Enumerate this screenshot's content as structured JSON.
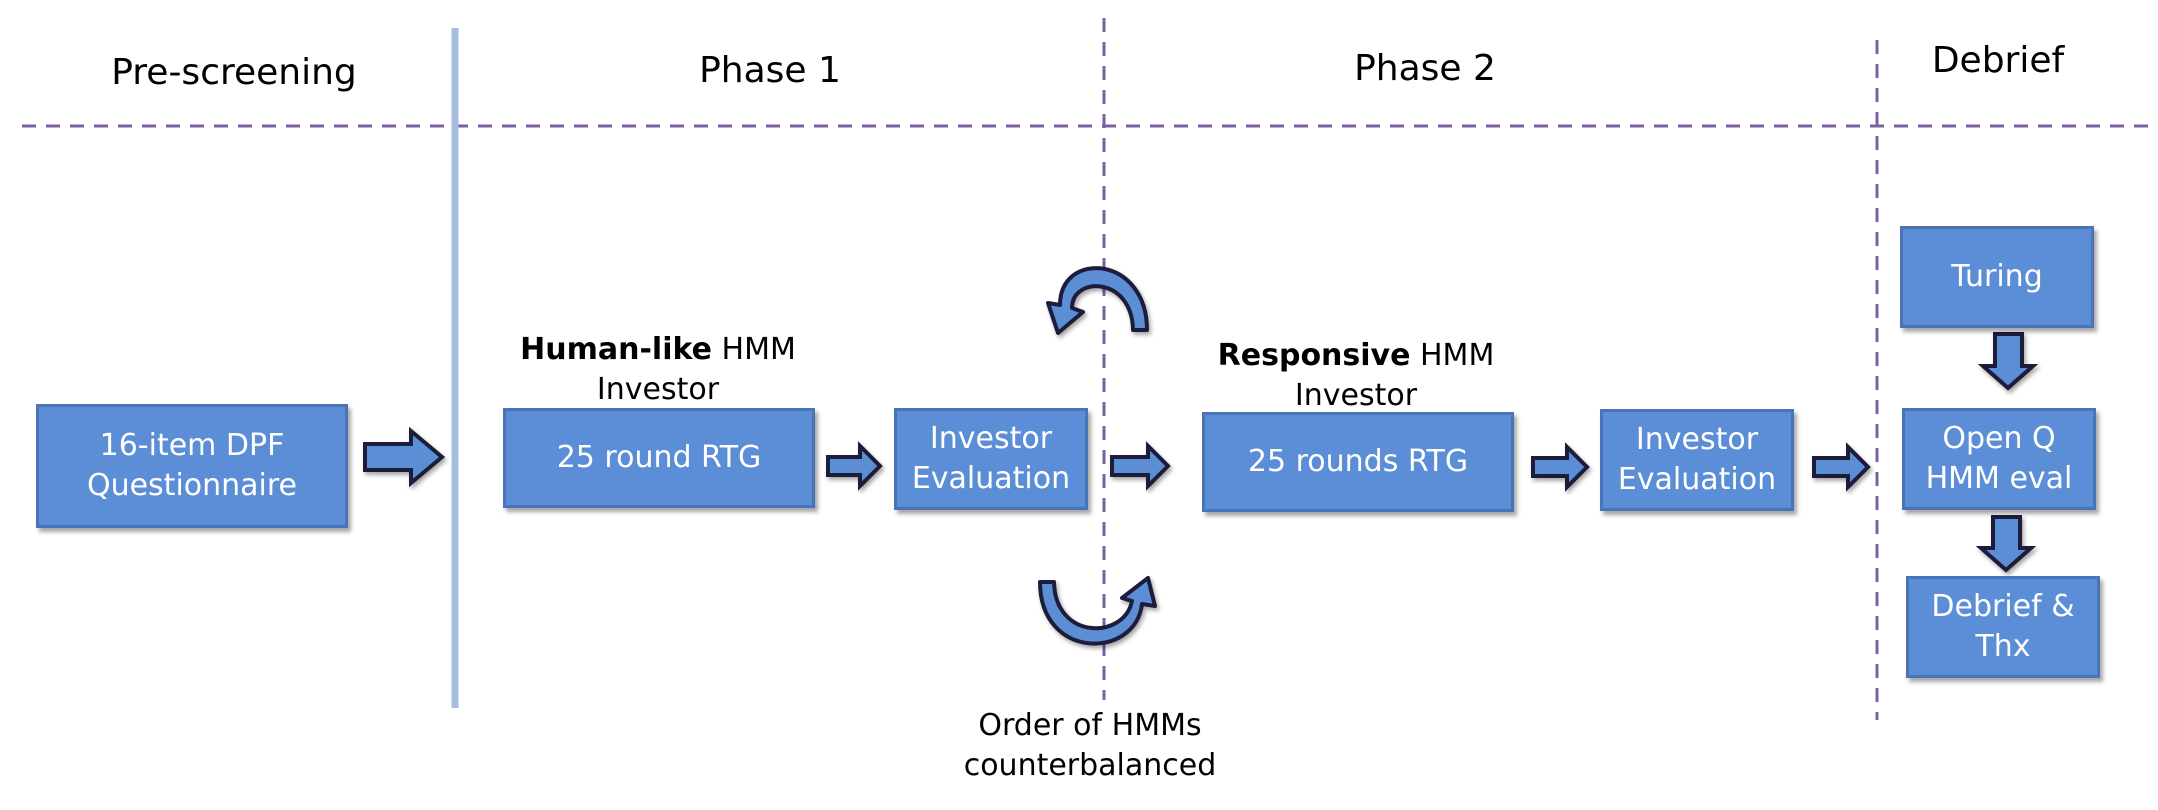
{
  "phases": {
    "prescreening": "Pre-screening",
    "phase1": "Phase 1",
    "phase2": "Phase 2",
    "debrief": "Debrief"
  },
  "boxes": {
    "questionnaire": "16-item DPF\nQuestionnaire",
    "phase1_rtg": "25 round RTG",
    "phase1_eval": "Investor\nEvaluation",
    "phase2_rtg": "25 rounds RTG",
    "phase2_eval": "Investor\nEvaluation",
    "turing": "Turing",
    "open_q": "Open Q\nHMM eval",
    "debrief_thx": "Debrief &\nThx"
  },
  "labels": {
    "phase1_bold": "Human-like",
    "phase1_rest": " HMM",
    "phase1_line2": "Investor",
    "phase2_bold": "Responsive",
    "phase2_rest": " HMM",
    "phase2_line2": "Investor"
  },
  "note": {
    "line1": "Order of HMMs",
    "line2": "counterbalanced"
  },
  "colors": {
    "box_fill": "#5b8ed6",
    "box_border": "#4a74b6",
    "arrow_fill": "#5b8ed6",
    "arrow_outline": "#1f1f3a",
    "dashed_line": "#7b5fa0",
    "solid_divider": "#a7bde0"
  }
}
